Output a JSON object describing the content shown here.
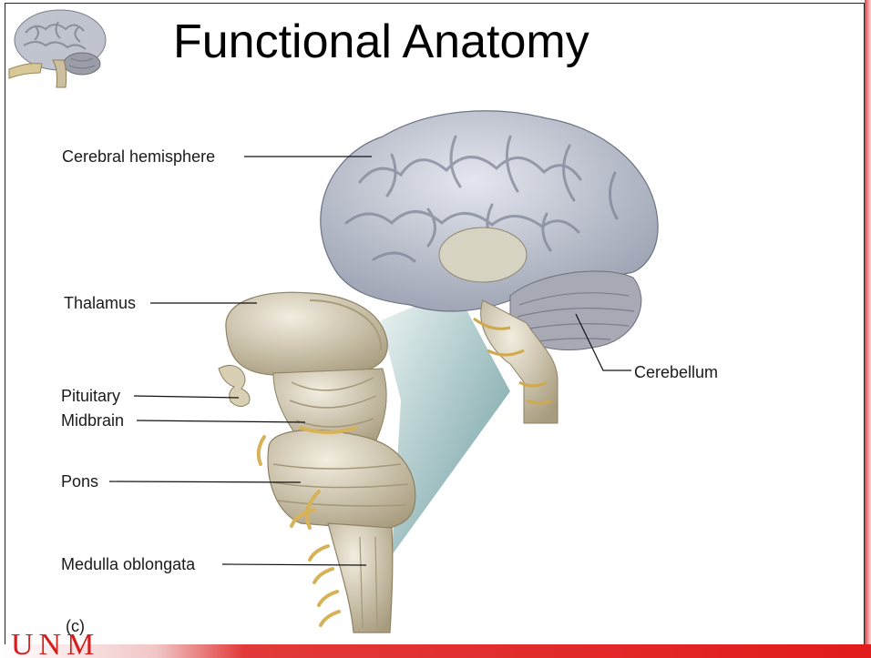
{
  "slide": {
    "title": "Functional Anatomy",
    "panel_label": "(c)"
  },
  "labels": {
    "cerebral_hemisphere": "Cerebral hemisphere",
    "thalamus": "Thalamus",
    "pituitary": "Pituitary",
    "midbrain": "Midbrain",
    "pons": "Pons",
    "medulla_oblongata": "Medulla oblongata",
    "cerebellum": "Cerebellum"
  },
  "logo": {
    "text": "UNM"
  },
  "colors": {
    "accent_red": "#e21b1b",
    "cerebrum_fill": "#c9cdd8",
    "brainstem_fill": "#cfc5ad",
    "nerve_yellow": "#d9b75a",
    "cerebellum_fill": "#a9aab6",
    "teal_highlight": "#7aa3a6"
  }
}
